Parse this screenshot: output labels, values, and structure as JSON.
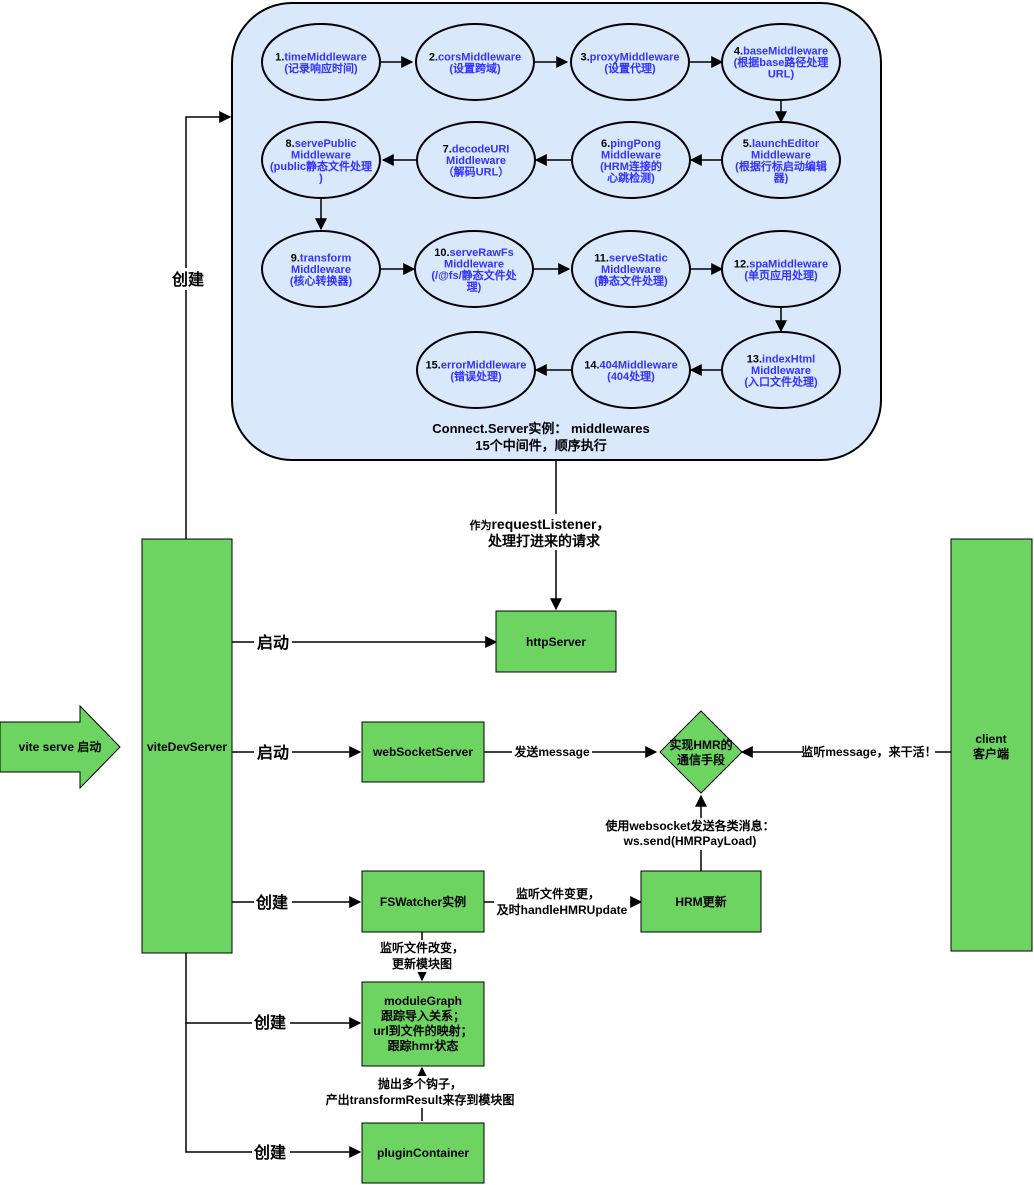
{
  "connect_server": {
    "caption_line1": "Connect.Server实例： middlewares",
    "caption_line2": "15个中间件，顺序执行",
    "middlewares": [
      {
        "id": "mw1",
        "num": "1.",
        "lines": [
          "timeMiddleware"
        ],
        "sub": [
          "(记录响应时间)"
        ]
      },
      {
        "id": "mw2",
        "num": "2.",
        "lines": [
          "corsMiddleware"
        ],
        "sub": [
          "(设置跨域)"
        ]
      },
      {
        "id": "mw3",
        "num": "3.",
        "lines": [
          "proxyMiddleware"
        ],
        "sub": [
          "(设置代理)"
        ]
      },
      {
        "id": "mw4",
        "num": "4.",
        "lines": [
          "baseMiddleware"
        ],
        "sub": [
          "(根据base路径处理",
          "URL)"
        ]
      },
      {
        "id": "mw5",
        "num": "5.",
        "lines": [
          "launchEditor",
          "Middleware"
        ],
        "sub": [
          "(根据行标启动编辑",
          "器)"
        ]
      },
      {
        "id": "mw6",
        "num": "6.",
        "lines": [
          "pingPong",
          "Middleware"
        ],
        "sub": [
          "(HRM连接的",
          "心跳检测)"
        ]
      },
      {
        "id": "mw7",
        "num": "7.",
        "lines": [
          "decodeURI",
          "Middleware"
        ],
        "sub": [
          "（解码URL）"
        ]
      },
      {
        "id": "mw8",
        "num": "8.",
        "lines": [
          "servePublic",
          "Middleware"
        ],
        "sub": [
          "(public静态文件处理",
          ")"
        ]
      },
      {
        "id": "mw9",
        "num": "9.",
        "lines": [
          "transform",
          "Middleware"
        ],
        "sub": [
          "(核心转换器)"
        ]
      },
      {
        "id": "mw10",
        "num": "10.",
        "lines": [
          "serveRawFs",
          "Middleware"
        ],
        "sub": [
          "(/@fs/静态文件处",
          "理)"
        ]
      },
      {
        "id": "mw11",
        "num": "11.",
        "lines": [
          "serveStatic",
          "Middleware"
        ],
        "sub": [
          "(静态文件处理)"
        ]
      },
      {
        "id": "mw12",
        "num": "12.",
        "lines": [
          "spaMiddleware"
        ],
        "sub": [
          "(单页应用处理)"
        ]
      },
      {
        "id": "mw13",
        "num": "13.",
        "lines": [
          "indexHtml",
          "Middleware"
        ],
        "sub": [
          "(入口文件处理)"
        ]
      },
      {
        "id": "mw14",
        "num": "14.",
        "lines": [
          "404Middleware"
        ],
        "sub": [
          "(404处理)"
        ]
      },
      {
        "id": "mw15",
        "num": "15.",
        "lines": [
          "errorMiddleware"
        ],
        "sub": [
          "(错误处理)"
        ]
      }
    ]
  },
  "nodes": {
    "vite_serve": "vite  serve 启动",
    "vite_dev_server": "viteDevServer",
    "http_server": "httpServer",
    "websocket_server": "webSocketServer",
    "hmr_channel_line1": "实现HMR的",
    "hmr_channel_line2": "通信手段",
    "client_line1": "client",
    "client_line2": "客户端",
    "fs_watcher": "FSWatcher实例",
    "hrm_update": "HRM更新",
    "module_graph": [
      "moduleGraph",
      "跟踪导入关系；",
      "url到文件的映射；",
      "跟踪hmr状态"
    ],
    "plugin_container": "pluginContainer"
  },
  "edge_labels": {
    "create_connect": "创建",
    "start_http": "启动",
    "start_ws": "启动",
    "create_fs": "创建",
    "create_module_graph": "创建",
    "create_plugin": "创建",
    "request_listener_prefix": "作为",
    "request_listener_main": "requestListener，",
    "request_listener_line2": "处理打进来的请求",
    "send_message": "发送message",
    "listen_message": "监听message，来干活！",
    "ws_send_line1": "使用websocket发送各类消息：",
    "ws_send_line2": "ws.send(HMRPayLoad)",
    "watch_change_line1": "监听文件变更，",
    "watch_change_line2": "及时handleHMRUpdate",
    "update_graph_line1": "监听文件改变，",
    "update_graph_line2": "更新模块图",
    "hooks_line1": "抛出多个钩子，",
    "hooks_line2": "产出transformResult来存到模块图"
  },
  "colors": {
    "container_fill": "#dae8fc",
    "node_fill": "#6dd462",
    "ellipse_fill": "#dae8fc",
    "middleware_name": "#3333ff"
  }
}
